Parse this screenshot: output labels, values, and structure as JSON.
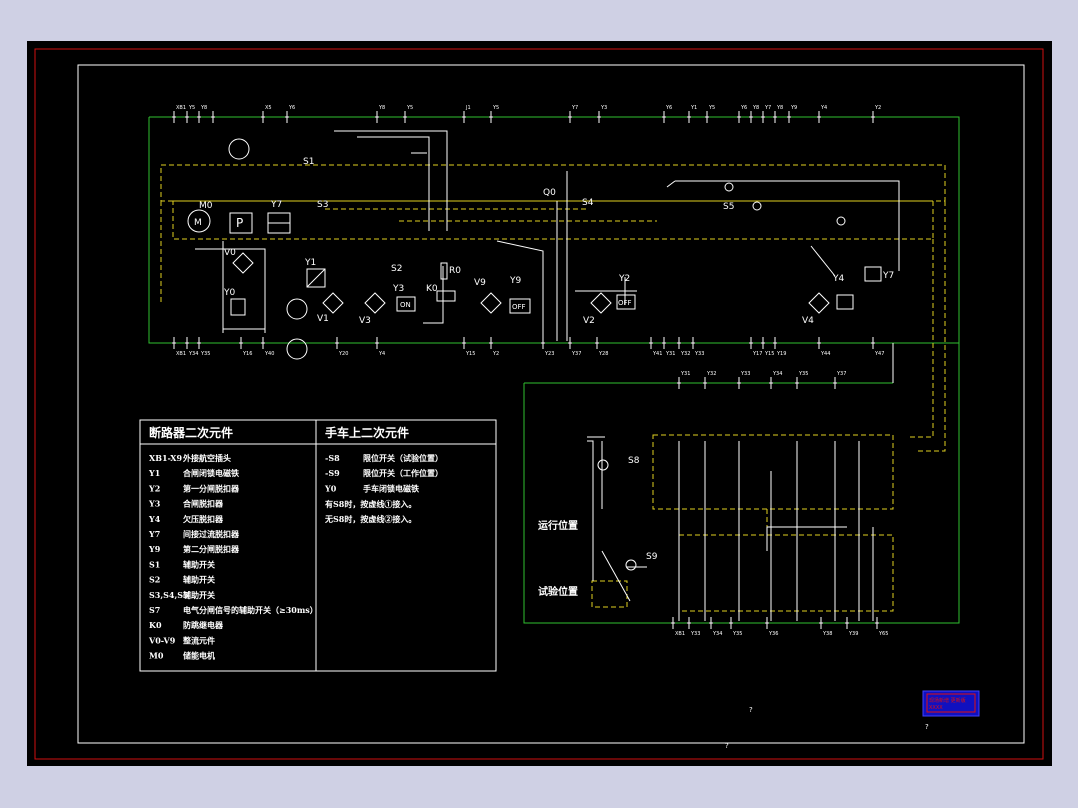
{
  "colors": {
    "background": "#cfd0e4",
    "canvas": "#000000",
    "border_red": "#d01010",
    "green_bus": "#30c030",
    "yellow_dashed": "#e0d020",
    "white_wire": "#ffffff",
    "stamp_blue": "#1010c0",
    "stamp_red": "#e01010"
  },
  "top_terminals": [
    "XB1",
    "Y5",
    "Y8",
    "",
    "X5",
    "Y6",
    "Y8",
    "Y5",
    "J1",
    "Y5",
    "Y7",
    "Y3",
    "Y6",
    "Y1",
    "Y5",
    "Y6",
    "Y8",
    "Y7",
    "Y8",
    "Y9",
    "Y4",
    "Y2"
  ],
  "bottom_terminals": [
    "XB1",
    "Y34",
    "Y35",
    "Y16",
    "Y40",
    "Y20",
    "Y4",
    "Y15",
    "Y2",
    "Y23",
    "Y37",
    "Y28",
    "Y41",
    "Y31",
    "Y32",
    "Y33",
    "Y17",
    "Y15",
    "Y19",
    "Y44",
    "Y47"
  ],
  "component_labels": {
    "s1": "S1",
    "s3": "S3",
    "s2": "S2",
    "s4": "S4",
    "s5": "S5",
    "s8": "S8",
    "s9": "S9",
    "m0": "M0",
    "p": "P",
    "y7_left": "Y7",
    "v0": "V0",
    "y0": "Y0",
    "y1": "Y1",
    "v1": "V1",
    "v3": "V3",
    "y3": "Y3",
    "r0": "R0",
    "k0": "K0",
    "on": "ON",
    "off1": "OFF",
    "off2": "OFF",
    "v9": "V9",
    "y9": "Y9",
    "q0": "Q0",
    "v2": "V2",
    "y2": "Y2",
    "v4": "V4",
    "y4": "Y4",
    "y7": "Y7"
  },
  "legend": {
    "left_title": "断路器二次元件",
    "right_title": "手车上二次元件",
    "left_rows": [
      {
        "code": "XB1-X9",
        "desc": "外接航空插头"
      },
      {
        "code": "Y1",
        "desc": "合闸闭锁电磁铁"
      },
      {
        "code": "Y2",
        "desc": "第一分闸脱扣器"
      },
      {
        "code": "Y3",
        "desc": "合闸脱扣器"
      },
      {
        "code": "Y4",
        "desc": "欠压脱扣器"
      },
      {
        "code": "Y7",
        "desc": "间接过流脱扣器"
      },
      {
        "code": "Y9",
        "desc": "第二分闸脱扣器"
      },
      {
        "code": "S1",
        "desc": "辅助开关"
      },
      {
        "code": "S2",
        "desc": "辅助开关"
      },
      {
        "code": "S3,S4,S5",
        "desc": "辅助开关"
      },
      {
        "code": "S7",
        "desc": "电气分闸信号的辅助开关（≥30ms）"
      },
      {
        "code": "K0",
        "desc": "防跳继电器"
      },
      {
        "code": "V0-V9",
        "desc": "整流元件"
      },
      {
        "code": "M0",
        "desc": "储能电机"
      }
    ],
    "right_rows": [
      {
        "code": "-S8",
        "desc": "限位开关（试验位置）"
      },
      {
        "code": "-S9",
        "desc": "限位开关（工作位置）"
      },
      {
        "code": "Y0",
        "desc": "手车闭锁电磁铁"
      }
    ],
    "right_notes": [
      "有S8时，按虚线①接入。",
      "无S8时，按虚线②接入。"
    ]
  },
  "position_labels": {
    "run": "运行位置",
    "test": "试验位置"
  },
  "lower_terminals_top": [
    "Y31",
    "Y32",
    "Y33",
    "Y34",
    "Y35",
    "Y37"
  ],
  "lower_terminals_bottom": [
    "XB1",
    "Y33",
    "Y34",
    "Y35",
    "Y36",
    "Y38",
    "Y39",
    "Y65"
  ],
  "stamp": {
    "line1": "现场新增 更新版",
    "line2": "XXXX"
  },
  "marks": {
    "q1": "?",
    "q2": "?",
    "q3": "?"
  }
}
